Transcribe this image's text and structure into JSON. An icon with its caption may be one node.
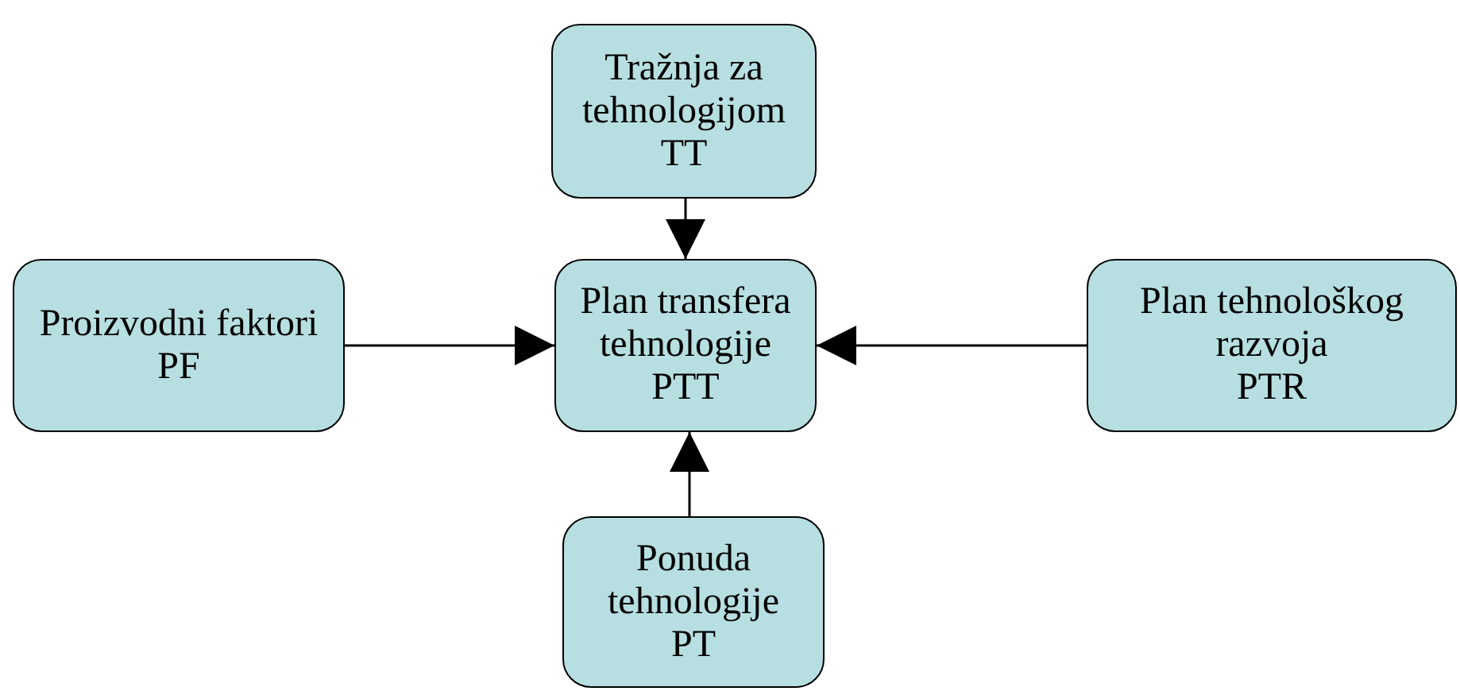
{
  "diagram": {
    "nodes": [
      {
        "text": [
          "Tražnja za tehnologijom",
          "TT"
        ]
      },
      {
        "text": [
          "Proizvodni faktori",
          "PF"
        ]
      },
      {
        "text": [
          "Plan transfera tehnologije",
          "PTT"
        ]
      },
      {
        "text": [
          "Plan tehnološkog razvoja",
          "PTR"
        ]
      },
      {
        "text": [
          "Ponuda tehnologije",
          "PT"
        ]
      }
    ],
    "edges": [
      {
        "from": 0,
        "to": 2,
        "arrow": "to"
      },
      {
        "from": 1,
        "to": 2,
        "arrow": "to"
      },
      {
        "from": 3,
        "to": 2,
        "arrow": "to"
      },
      {
        "from": 4,
        "to": 2,
        "arrow": "to"
      }
    ]
  }
}
